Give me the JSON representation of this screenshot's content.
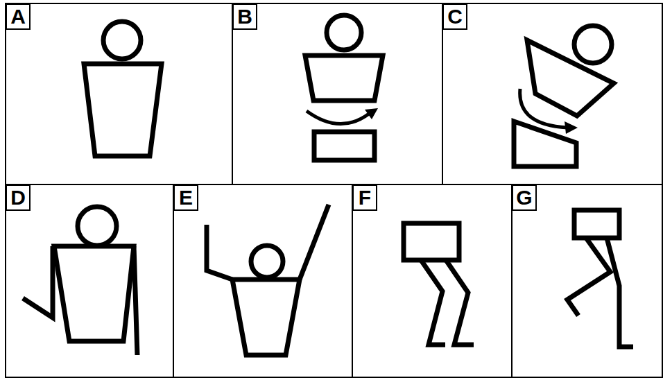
{
  "diagram": {
    "nodes": [
      {
        "text": [
          "A"
        ]
      },
      {
        "text": [
          "B"
        ]
      },
      {
        "text": [
          "C"
        ]
      },
      {
        "text": [
          "D"
        ]
      },
      {
        "text": [
          "E"
        ]
      },
      {
        "text": [
          "F"
        ]
      },
      {
        "text": [
          "G"
        ]
      }
    ]
  }
}
